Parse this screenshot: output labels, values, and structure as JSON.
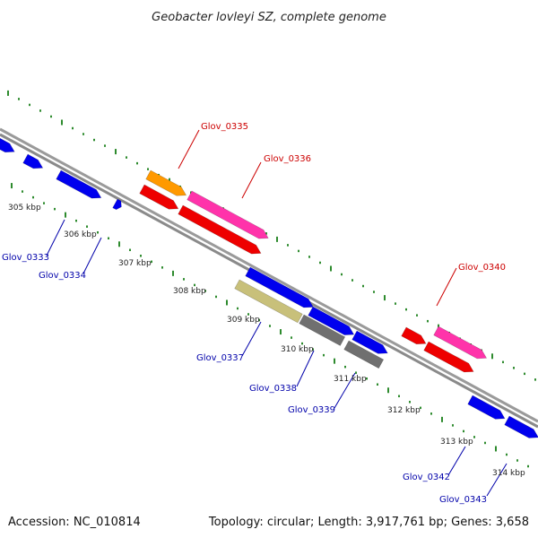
{
  "title": "Geobacter lovleyi SZ, complete genome",
  "footer": {
    "accession": "Accession: NC_010814",
    "summary": "Topology: circular; Length: 3,917,761 bp; Genes: 3,658"
  },
  "colors": {
    "backbone": "#8a8a8a",
    "tick": "#2e8b2e",
    "forward_label": "#cc0000",
    "reverse_label": "#0000aa",
    "blue": "#0000ee",
    "red": "#ee0000",
    "orange": "#ff9900",
    "pink": "#ff33aa",
    "khaki": "#c8c07a",
    "gray": "#707070"
  },
  "scale_labels": [
    "305 kbp",
    "306 kbp",
    "307 kbp",
    "308 kbp",
    "309 kbp",
    "310 kbp",
    "311 kbp",
    "312 kbp",
    "313 kbp",
    "314 kbp"
  ],
  "gene_labels_forward": [
    "Glov_0335",
    "Glov_0336",
    "Glov_0340"
  ],
  "gene_labels_reverse": [
    "Glov_0333",
    "Glov_0334",
    "Glov_0337",
    "Glov_0338",
    "Glov_0339",
    "Glov_0342",
    "Glov_0343"
  ]
}
